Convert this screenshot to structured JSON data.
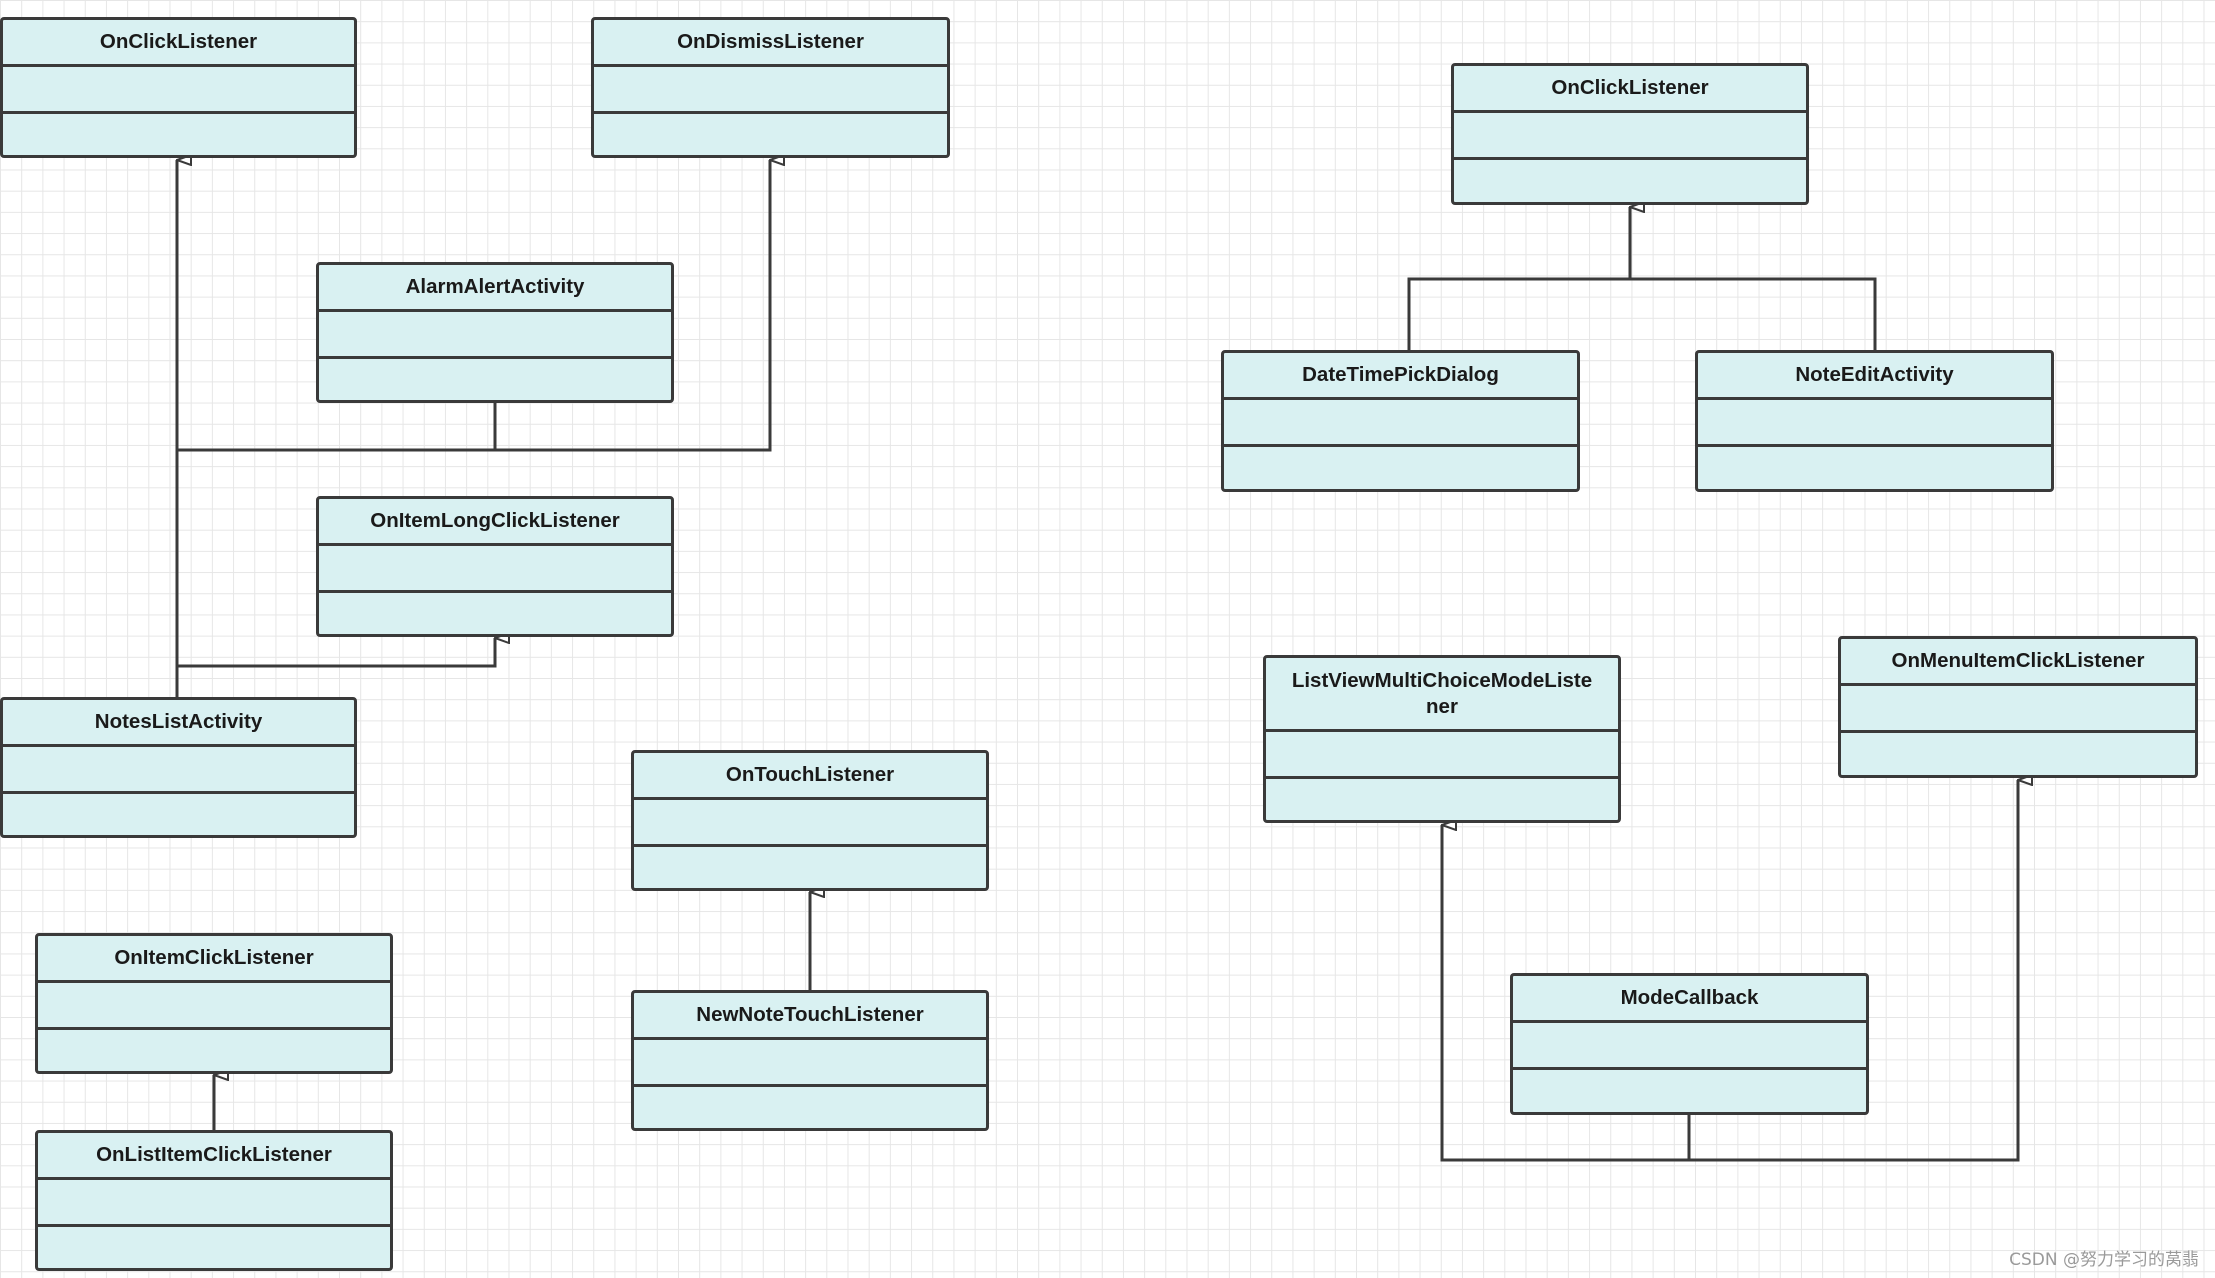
{
  "classes": {
    "onclick_left": "OnClickListener",
    "ondismiss": "OnDismissListener",
    "alarm_alert": "AlarmAlertActivity",
    "onitemlongclick": "OnItemLongClickListener",
    "noteslist": "NotesListActivity",
    "ontouch": "OnTouchListener",
    "onitemclick": "OnItemClickListener",
    "newnotetouch": "NewNoteTouchListener",
    "onlistitemclick": "OnListItemClickListener",
    "onclick_right": "OnClickListener",
    "datetimepick": "DateTimePickDialog",
    "noteedit": "NoteEditActivity",
    "listviewmulti": "ListViewMultiChoiceModeListe\nner",
    "onmenuitemclick": "OnMenuItemClickListener",
    "modecallback": "ModeCallback"
  },
  "watermark": "CSDN @努力学习的莴翡"
}
